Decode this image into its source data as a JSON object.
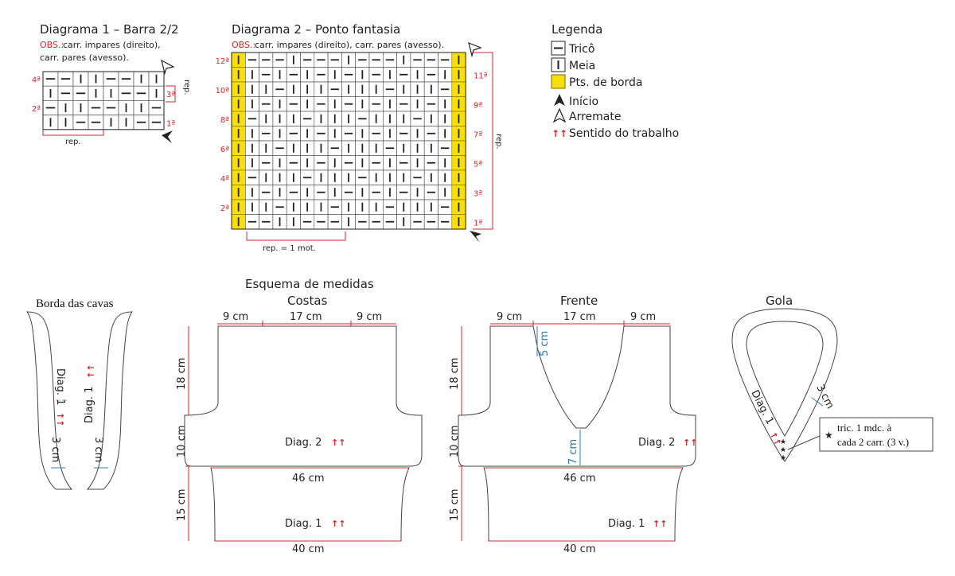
{
  "colors": {
    "red": "#d9262c",
    "blue": "#2b7bb9",
    "yellow": "#f7e00a",
    "border_yellow": "#7a6b00"
  },
  "diagram1": {
    "title": "Diagrama 1 – Barra 2/2",
    "obs_label": "OBS.:",
    "obs_line1": " carr. impares (direito),",
    "obs_line2": "carr. pares (avesso).",
    "rows": [
      [
        "k",
        "k",
        "p",
        "p",
        "k",
        "k",
        "p",
        "p"
      ],
      [
        "p",
        "k",
        "k",
        "p",
        "p",
        "k",
        "k",
        "p"
      ],
      [
        "k",
        "p",
        "p",
        "k",
        "k",
        "p",
        "p",
        "k"
      ],
      [
        "p",
        "p",
        "k",
        "k",
        "p",
        "p",
        "k",
        "k"
      ]
    ],
    "left_row_labels": [
      "4ª",
      "",
      "2ª",
      ""
    ],
    "right_row_labels": [
      "",
      "3ª",
      "",
      "1ª"
    ],
    "rep_side": "rep.",
    "rep_bottom": "rep."
  },
  "diagram2": {
    "title": "Diagrama 2 – Ponto fantasia",
    "obs_label": "OBS.:",
    "obs_text": " carr. impares (direito), carr. pares (avesso).",
    "rows": [
      [
        "k",
        "k",
        "k",
        "p",
        "k",
        "k",
        "k",
        "p",
        "k",
        "k",
        "k",
        "p",
        "k",
        "k",
        "k"
      ],
      [
        "p",
        "k",
        "p",
        "k",
        "p",
        "k",
        "p",
        "k",
        "p",
        "k",
        "p",
        "k",
        "p",
        "k",
        "p"
      ],
      [
        "p",
        "p",
        "k",
        "p",
        "p",
        "p",
        "k",
        "p",
        "p",
        "p",
        "k",
        "p",
        "p",
        "p",
        "k"
      ],
      [
        "p",
        "k",
        "p",
        "k",
        "p",
        "k",
        "p",
        "k",
        "p",
        "k",
        "p",
        "k",
        "p",
        "k",
        "p"
      ],
      [
        "k",
        "p",
        "p",
        "p",
        "k",
        "p",
        "p",
        "p",
        "k",
        "p",
        "p",
        "p",
        "k",
        "p",
        "p"
      ],
      [
        "p",
        "k",
        "p",
        "k",
        "p",
        "k",
        "p",
        "k",
        "p",
        "k",
        "p",
        "k",
        "p",
        "k",
        "p"
      ],
      [
        "p",
        "p",
        "k",
        "p",
        "p",
        "p",
        "k",
        "p",
        "p",
        "p",
        "k",
        "p",
        "p",
        "p",
        "k"
      ],
      [
        "p",
        "k",
        "p",
        "k",
        "p",
        "k",
        "p",
        "k",
        "p",
        "k",
        "p",
        "k",
        "p",
        "k",
        "p"
      ],
      [
        "k",
        "p",
        "p",
        "p",
        "k",
        "p",
        "p",
        "p",
        "k",
        "p",
        "p",
        "p",
        "k",
        "p",
        "p"
      ],
      [
        "p",
        "k",
        "p",
        "k",
        "p",
        "k",
        "p",
        "k",
        "p",
        "k",
        "p",
        "k",
        "p",
        "k",
        "p"
      ],
      [
        "p",
        "p",
        "k",
        "p",
        "p",
        "p",
        "k",
        "p",
        "p",
        "p",
        "k",
        "p",
        "p",
        "p",
        "k"
      ],
      [
        "k",
        "k",
        "p",
        "p",
        "k",
        "k",
        "k",
        "p",
        "k",
        "k",
        "k",
        "p",
        "k",
        "k",
        "k"
      ]
    ],
    "left_row_labels": [
      "12ª",
      "",
      "10ª",
      "",
      "8ª",
      "",
      "6ª",
      "",
      "4ª",
      "",
      "2ª",
      ""
    ],
    "right_row_labels": [
      "",
      "11ª",
      "",
      "9ª",
      "",
      "7ª",
      "",
      "5ª",
      "",
      "3ª",
      "",
      "1ª"
    ],
    "rep_side": "rep.",
    "rep_bottom": "rep. = 1 mot."
  },
  "legend": {
    "title": "Legenda",
    "items": [
      {
        "symbol": "knit-dash-box",
        "label": "Tricô"
      },
      {
        "symbol": "purl-bar-box",
        "label": "Meia"
      },
      {
        "symbol": "yellow-box",
        "label": "Pts. de borda"
      },
      {
        "symbol": "filled-arrow",
        "label": "Início"
      },
      {
        "symbol": "outline-arrow",
        "label": "Arremate"
      },
      {
        "symbol": "red-double-arrow",
        "label": "Sentido do trabalho"
      }
    ]
  },
  "armhole": {
    "title": "Borda das cavas",
    "left_label": "Diag. 1",
    "right_label": "Diag. 1",
    "left_width": "3 cm",
    "right_width": "3 cm",
    "arrows": "↑↑"
  },
  "schema": {
    "title": "Esquema de medidas",
    "back": {
      "title": "Costas",
      "top_left": "9 cm",
      "top_mid": "17 cm",
      "top_right": "9 cm",
      "h_upper": "18 cm",
      "h_mid": "10 cm",
      "h_lower": "15 cm",
      "diag2": "Diag. 2",
      "width_mid": "46 cm",
      "diag1": "Diag. 1",
      "width_bottom": "40 cm",
      "arrows": "↑↑"
    },
    "front": {
      "title": "Frente",
      "top_left": "9 cm",
      "top_mid": "17 cm",
      "top_right": "9 cm",
      "h_upper": "18 cm",
      "h_mid": "10 cm",
      "h_lower": "15 cm",
      "neck_upper": "5 cm",
      "neck_lower": "7 cm",
      "diag2": "Diag. 2",
      "width_mid": "46 cm",
      "diag1": "Diag. 1",
      "width_bottom": "40 cm",
      "arrows": "↑↑"
    }
  },
  "collar": {
    "title": "Gola",
    "diag_label": "Diag. 1",
    "width": "3 cm",
    "arrows": "↑↑",
    "note_line1": "tric. 1 mdc. à",
    "note_line2": "cada 2 carr. (3 v.)"
  }
}
